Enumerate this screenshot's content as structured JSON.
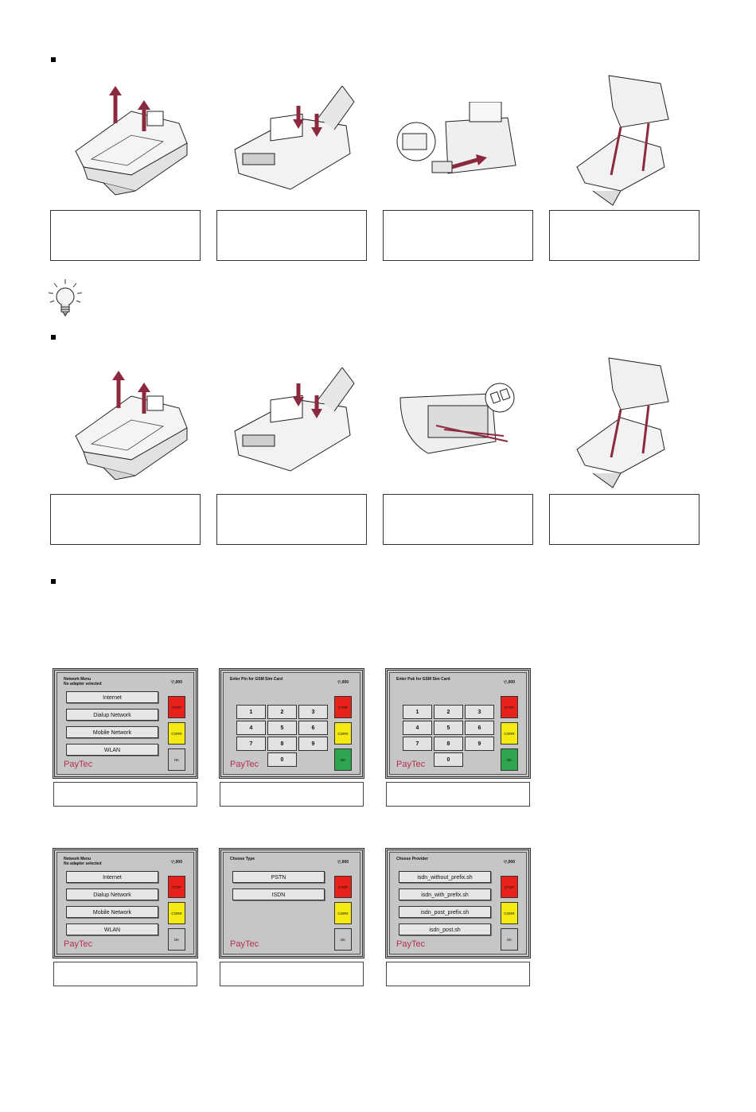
{
  "terminals": [
    {
      "title": "Network Menu\nNo adapter selected",
      "count": "¹/̲¹,000",
      "buttons": [
        "Internet",
        "Dialup Network",
        "Mobile Network",
        "WLAN"
      ],
      "stop": "STOP",
      "corr": "CORR",
      "ok": "OK",
      "brand": "PayTec"
    },
    {
      "title": "Enter Pin for GSM Sim Card",
      "count": "¹/̲¹,000",
      "keys": [
        "1",
        "2",
        "3",
        "4",
        "5",
        "6",
        "7",
        "8",
        "9",
        "0"
      ],
      "stop": "STOP",
      "corr": "CORR",
      "ok": "OK",
      "brand": "PayTec"
    },
    {
      "title": "Enter Puk for GSM Sim Card",
      "count": "¹/̲¹,000",
      "keys": [
        "1",
        "2",
        "3",
        "4",
        "5",
        "6",
        "7",
        "8",
        "9",
        "0"
      ],
      "stop": "STOP",
      "corr": "CORR",
      "ok": "OK",
      "brand": "PayTec"
    },
    {
      "title": "Network Menu\nNo adapter selected",
      "count": "¹/̲¹,000",
      "buttons": [
        "Internet",
        "Dialup Network",
        "Mobile Network",
        "WLAN"
      ],
      "stop": "STOP",
      "corr": "CORR",
      "ok": "OK",
      "brand": "PayTec"
    },
    {
      "title": "Choose Type",
      "count": "¹/̲¹,000",
      "buttons": [
        "PSTN",
        "ISDN"
      ],
      "stop": "STOP",
      "corr": "CORR",
      "ok": "OK",
      "brand": "PayTec"
    },
    {
      "title": "Choose Provider",
      "count": "¹/̲¹,000",
      "buttons": [
        "isdn_without_prefix.sh",
        "isdn_with_prefix.sh",
        "isdn_post_prefix.sh",
        "isdn_post.sh"
      ],
      "stop": "STOP",
      "corr": "CORR",
      "ok": "OK",
      "brand": "PayTec"
    }
  ],
  "colors": {
    "stop": "#e8211b",
    "corr": "#f2ea10",
    "ok_active": "#2ea44f",
    "arrow": "#8b2a3f",
    "brand": "#b5304d"
  },
  "icons": [
    "lightbulb-icon",
    "bullet-square-icon"
  ]
}
